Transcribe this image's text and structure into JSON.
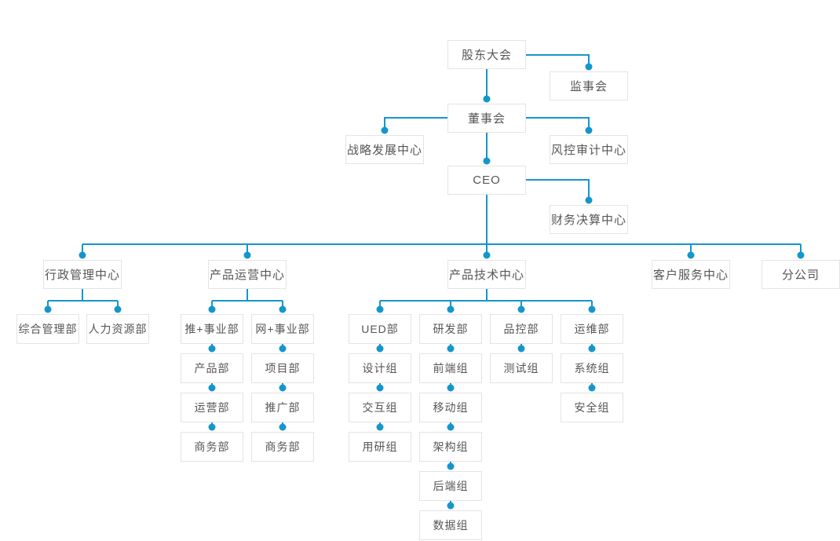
{
  "diagram": {
    "type": "org-chart",
    "colors": {
      "connector": "#1496cd",
      "node_border": "#e4e4e4",
      "node_background": "#ffffff",
      "node_text": "#565656"
    }
  },
  "nodes": {
    "shareholders_meeting": {
      "label": "股东大会"
    },
    "supervisory_board": {
      "label": "监事会"
    },
    "board_of_directors": {
      "label": "董事会"
    },
    "strategic_development_center": {
      "label": "战略发展中心"
    },
    "risk_audit_center": {
      "label": "风控审计中心"
    },
    "ceo": {
      "label": "CEO"
    },
    "financial_settlement_center": {
      "label": "财务决算中心"
    },
    "admin_management_center": {
      "label": "行政管理中心"
    },
    "product_operation_center": {
      "label": "产品运营中心"
    },
    "product_technology_center": {
      "label": "产品技术中心"
    },
    "customer_service_center": {
      "label": "客户服务中心"
    },
    "branch_company": {
      "label": "分公司"
    },
    "general_management_dept": {
      "label": "综合管理部"
    },
    "human_resources_dept": {
      "label": "人力资源部"
    },
    "tui_business_dept": {
      "label": "推+事业部"
    },
    "wang_business_dept": {
      "label": "网+事业部"
    },
    "product_dept": {
      "label": "产品部"
    },
    "project_dept": {
      "label": "项目部"
    },
    "operation_dept": {
      "label": "运营部"
    },
    "promotion_dept": {
      "label": "推广部"
    },
    "business_dept_left": {
      "label": "商务部"
    },
    "business_dept_right": {
      "label": "商务部"
    },
    "ued_dept": {
      "label": "UED部"
    },
    "rd_dept": {
      "label": "研发部"
    },
    "qc_dept": {
      "label": "品控部"
    },
    "ops_dept": {
      "label": "运维部"
    },
    "design_group": {
      "label": "设计组"
    },
    "frontend_group": {
      "label": "前端组"
    },
    "testing_group": {
      "label": "测试组"
    },
    "system_group": {
      "label": "系统组"
    },
    "interaction_group": {
      "label": "交互组"
    },
    "mobile_group": {
      "label": "移动组"
    },
    "security_group": {
      "label": "安全组"
    },
    "user_research_group": {
      "label": "用研组"
    },
    "architecture_group": {
      "label": "架构组"
    },
    "backend_group": {
      "label": "后端组"
    },
    "data_group": {
      "label": "数据组"
    }
  },
  "edges": [
    [
      "shareholders_meeting",
      "supervisory_board"
    ],
    [
      "shareholders_meeting",
      "board_of_directors"
    ],
    [
      "board_of_directors",
      "strategic_development_center"
    ],
    [
      "board_of_directors",
      "risk_audit_center"
    ],
    [
      "board_of_directors",
      "ceo"
    ],
    [
      "ceo",
      "financial_settlement_center"
    ],
    [
      "ceo",
      "admin_management_center"
    ],
    [
      "ceo",
      "product_operation_center"
    ],
    [
      "ceo",
      "product_technology_center"
    ],
    [
      "ceo",
      "customer_service_center"
    ],
    [
      "ceo",
      "branch_company"
    ],
    [
      "admin_management_center",
      "general_management_dept"
    ],
    [
      "admin_management_center",
      "human_resources_dept"
    ],
    [
      "product_operation_center",
      "tui_business_dept"
    ],
    [
      "product_operation_center",
      "wang_business_dept"
    ],
    [
      "tui_business_dept",
      "product_dept"
    ],
    [
      "product_dept",
      "operation_dept"
    ],
    [
      "operation_dept",
      "business_dept_left"
    ],
    [
      "wang_business_dept",
      "project_dept"
    ],
    [
      "project_dept",
      "promotion_dept"
    ],
    [
      "promotion_dept",
      "business_dept_right"
    ],
    [
      "product_technology_center",
      "ued_dept"
    ],
    [
      "product_technology_center",
      "rd_dept"
    ],
    [
      "product_technology_center",
      "qc_dept"
    ],
    [
      "product_technology_center",
      "ops_dept"
    ],
    [
      "ued_dept",
      "design_group"
    ],
    [
      "design_group",
      "interaction_group"
    ],
    [
      "interaction_group",
      "user_research_group"
    ],
    [
      "rd_dept",
      "frontend_group"
    ],
    [
      "frontend_group",
      "mobile_group"
    ],
    [
      "mobile_group",
      "architecture_group"
    ],
    [
      "architecture_group",
      "backend_group"
    ],
    [
      "backend_group",
      "data_group"
    ],
    [
      "qc_dept",
      "testing_group"
    ],
    [
      "ops_dept",
      "system_group"
    ],
    [
      "system_group",
      "security_group"
    ]
  ]
}
